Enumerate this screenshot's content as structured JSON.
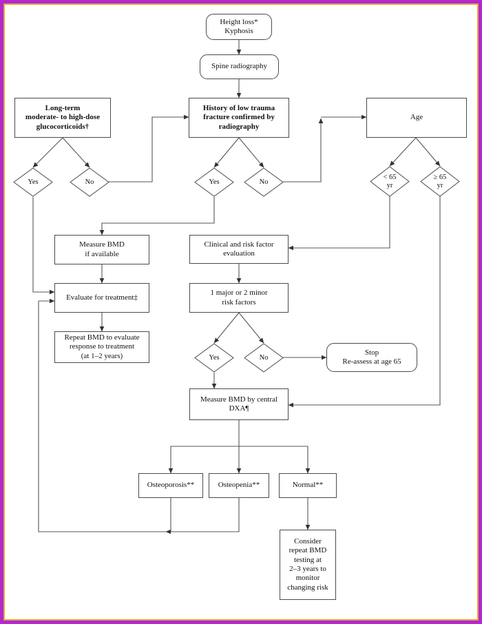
{
  "figure": {
    "kind": "clinical-decision-flowchart",
    "topic": "Osteoporosis screening and bone mineral density (BMD) testing algorithm",
    "frame_colors": {
      "outer": "#b02ad0",
      "inner": "#f0a030"
    },
    "line_color": "#4a4a4a",
    "text_color": "#111111"
  },
  "nodes": {
    "height_loss": {
      "label": "Height loss*\nKyphosis",
      "shape": "terminator"
    },
    "spine_radiography": {
      "label": "Spine radiography",
      "shape": "terminator"
    },
    "glucocorticoids": {
      "label": "Long-term\nmoderate- to high-dose\nglucocorticoids†",
      "shape": "process",
      "bold": true
    },
    "history_fracture": {
      "label": "History of low trauma\nfracture confirmed by\nradiography",
      "shape": "process",
      "bold": true
    },
    "age": {
      "label": "Age",
      "shape": "process",
      "bold": false
    },
    "gluco_yes": {
      "label": "Yes",
      "shape": "decision"
    },
    "gluco_no": {
      "label": "No",
      "shape": "decision"
    },
    "fracture_yes": {
      "label": "Yes",
      "shape": "decision"
    },
    "fracture_no": {
      "label": "No",
      "shape": "decision"
    },
    "age_under65": {
      "label": "< 65\nyr",
      "shape": "decision"
    },
    "age_over65": {
      "label": "≥ 65\nyr",
      "shape": "decision"
    },
    "measure_bmd_available": {
      "label": "Measure BMD\nif available",
      "shape": "process"
    },
    "clinical_risk_eval": {
      "label": "Clinical and risk factor\nevaluation",
      "shape": "process"
    },
    "evaluate_treatment": {
      "label": "Evaluate for treatment‡",
      "shape": "process"
    },
    "risk_factors": {
      "label": "1 major or 2 minor\nrisk factors",
      "shape": "process"
    },
    "repeat_bmd": {
      "label": "Repeat BMD to evaluate\nresponse to treatment\n(at 1–2 years)",
      "shape": "process"
    },
    "risk_yes": {
      "label": "Yes",
      "shape": "decision"
    },
    "risk_no": {
      "label": "No",
      "shape": "decision"
    },
    "stop_reassess": {
      "label": "Stop\nRe-assess at age 65",
      "shape": "terminator"
    },
    "measure_bmd_dxa": {
      "label": "Measure BMD by central\nDXA¶",
      "shape": "process"
    },
    "osteoporosis": {
      "label": "Osteoporosis**",
      "shape": "process"
    },
    "osteopenia": {
      "label": "Osteopenia**",
      "shape": "process"
    },
    "normal": {
      "label": "Normal**",
      "shape": "process"
    },
    "consider_repeat": {
      "label": "Consider\nrepeat BMD\ntesting at\n2–3 years to\nmonitor\nchanging risk",
      "shape": "process"
    }
  },
  "footnote_markers": [
    "*",
    "†",
    "‡",
    "¶",
    "**"
  ]
}
